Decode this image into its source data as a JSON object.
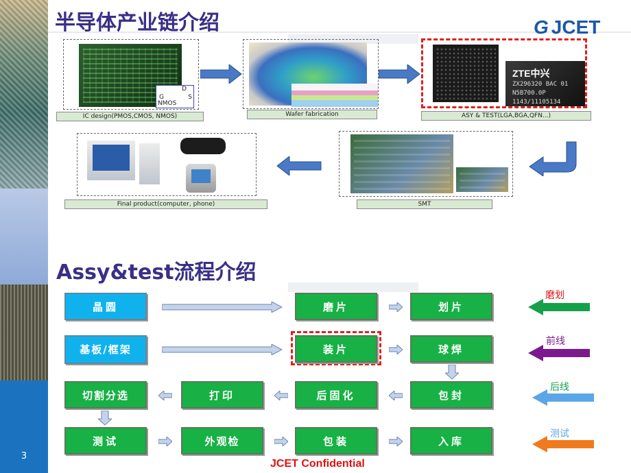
{
  "title_top": "半导体产业链介绍",
  "title_bottom": "Assy&test流程介绍",
  "logo": {
    "text": "JCET",
    "mark": "G"
  },
  "page_number": "3",
  "footer": "JCET Confidential",
  "chain": {
    "ic_design": "IC design(PMOS,CMOS, NMOS)",
    "nmos_label": "NMOS",
    "nmos_g": "G",
    "nmos_d": "D",
    "nmos_s": "S",
    "wafer": "Wafer fabrication",
    "asy_test": "ASY & TEST(LGA,BGA,QFN...)",
    "smt": "SMT",
    "final_product": "Final product(computer, phone)",
    "chip_text": {
      "brand": "ZTE中兴",
      "line1": "ZX296320 BAC 01",
      "line2": "N5B700.0P",
      "line3": "1143/11105134"
    }
  },
  "process": {
    "wafer": "晶圆",
    "substrate": "基板/框架",
    "grind": "磨片",
    "dice": "划片",
    "die_attach": "装片",
    "wire_bond": "球焊",
    "cut_sort": "切割分选",
    "mark": "打印",
    "post_cure": "后固化",
    "mold": "包封",
    "test": "测试",
    "visual": "外观检",
    "pack": "包装",
    "store": "入库"
  },
  "legend": {
    "grind_dice": {
      "label": "磨划",
      "color": "#16a04a"
    },
    "front": {
      "label": "前线",
      "color": "#7b1a8c"
    },
    "back": {
      "label": "后线",
      "color": "#5aa6e6"
    },
    "test": {
      "label": "测试",
      "color": "#f07a1e"
    }
  },
  "colors": {
    "title": "#3a2f86",
    "cyan_box": "#10b2ee",
    "green_box": "#17b145",
    "highlight": "#e02020",
    "footer": "#e01010"
  }
}
